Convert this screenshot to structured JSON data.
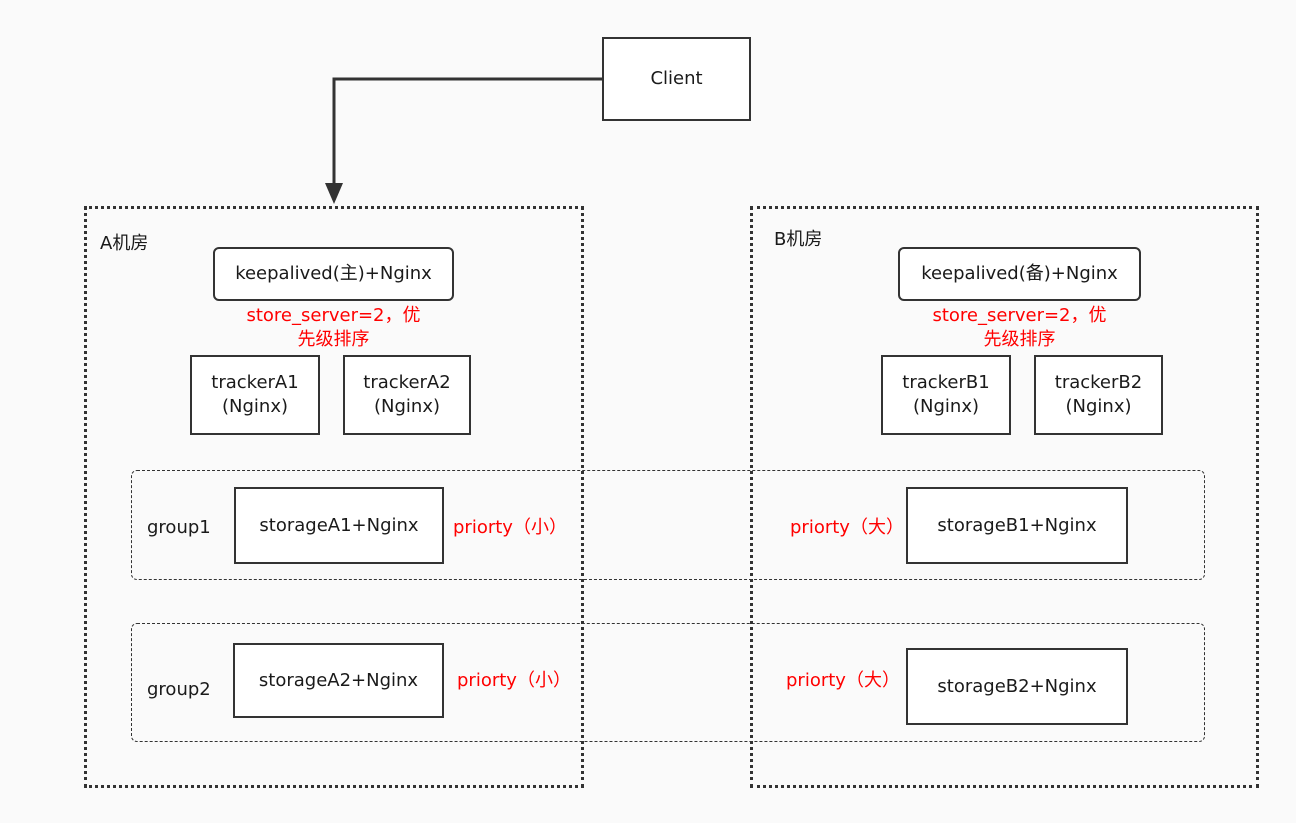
{
  "client": {
    "label": "Client"
  },
  "roomA": {
    "label": "A机房",
    "keepalived": "keepalived(主)+Nginx",
    "note_line1": "store_server=2，优",
    "note_line2": "先级排序",
    "trackers": [
      {
        "name": "trackerA1",
        "sub": "(Nginx)"
      },
      {
        "name": "trackerA2",
        "sub": "(Nginx)"
      }
    ]
  },
  "roomB": {
    "label": "B机房",
    "keepalived": "keepalived(备)+Nginx",
    "note_line1": "store_server=2，优",
    "note_line2": "先级排序",
    "trackers": [
      {
        "name": "trackerB1",
        "sub": "(Nginx)"
      },
      {
        "name": "trackerB2",
        "sub": "(Nginx)"
      }
    ]
  },
  "groups": [
    {
      "label": "group1",
      "storageA": "storageA1+Nginx",
      "priorityA": "priorty（小）",
      "storageB": "storageB1+Nginx",
      "priorityB": "priorty（大）"
    },
    {
      "label": "group2",
      "storageA": "storageA2+Nginx",
      "priorityA": "priorty（小）",
      "storageB": "storageB2+Nginx",
      "priorityB": "priorty（大）"
    }
  ],
  "colors": {
    "note": "#ff0000",
    "stroke": "#333333",
    "background": "#fafafa"
  }
}
